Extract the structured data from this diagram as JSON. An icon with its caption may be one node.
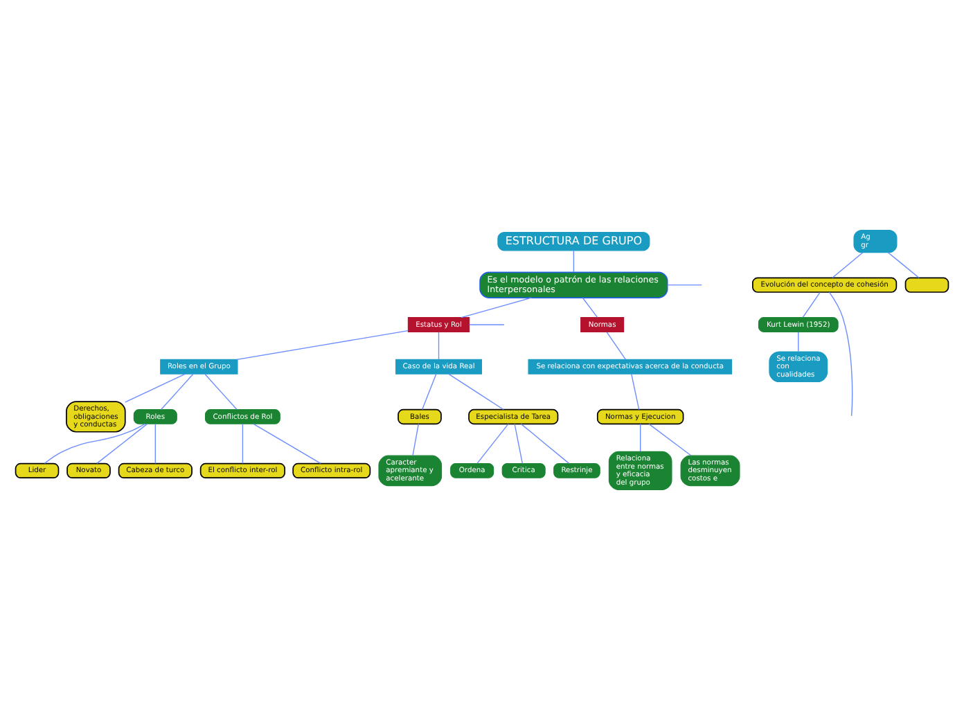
{
  "diagram": {
    "nodes": [
      {
        "text": [
          "ESTRUCTURA DE GRUPO"
        ]
      },
      {
        "text": [
          "Es el modelo o patrón de las relaciones Interpersonales"
        ]
      },
      {
        "text": [
          "Estatus y Rol"
        ]
      },
      {
        "text": [
          "Normas"
        ]
      },
      {
        "text": [
          "Roles en el Grupo"
        ]
      },
      {
        "text": [
          "Caso de la vida Real"
        ]
      },
      {
        "text": [
          "Se relaciona con expectativas acerca de la conducta"
        ]
      },
      {
        "text": [
          "Derechos, obligaciones y conductas"
        ]
      },
      {
        "text": [
          "Roles"
        ]
      },
      {
        "text": [
          "Conflictos de Rol"
        ]
      },
      {
        "text": [
          "Lider"
        ]
      },
      {
        "text": [
          "Novato"
        ]
      },
      {
        "text": [
          "Cabeza de turco"
        ]
      },
      {
        "text": [
          "El conflicto inter-rol"
        ]
      },
      {
        "text": [
          "Conflicto intra-rol"
        ]
      },
      {
        "text": [
          "Bales"
        ]
      },
      {
        "text": [
          "Especialista de Tarea"
        ]
      },
      {
        "text": [
          "Caracter apremiante y acelerante"
        ]
      },
      {
        "text": [
          "Ordena"
        ]
      },
      {
        "text": [
          "Critica"
        ]
      },
      {
        "text": [
          "Restrinje"
        ]
      },
      {
        "text": [
          "Normas y Ejecucion"
        ]
      },
      {
        "text": [
          "Relaciona entre normas y eficacia del grupo"
        ]
      },
      {
        "text": [
          "Las normas desminuyen costos e"
        ]
      },
      {
        "text": [
          "Ag gr"
        ]
      },
      {
        "text": [
          "Evolución del concepto de cohesión"
        ]
      },
      {
        "text": [
          "Kurt Lewin (1952)"
        ]
      },
      {
        "text": [
          "Se relaciona con cualidades"
        ]
      },
      {
        "text": [],
        "shape": "box"
      }
    ],
    "edges": [
      {
        "from": 0,
        "to": 1,
        "arrow": "none"
      },
      {
        "from": 1,
        "to": 2,
        "arrow": "none"
      },
      {
        "from": 1,
        "to": 3,
        "arrow": "none"
      },
      {
        "from": 1,
        "to": null,
        "arrow": "none"
      },
      {
        "from": 2,
        "to": null,
        "arrow": "none"
      },
      {
        "from": 2,
        "to": 4,
        "arrow": "none"
      },
      {
        "from": 2,
        "to": 5,
        "arrow": "none"
      },
      {
        "from": 4,
        "to": 7,
        "arrow": "none"
      },
      {
        "from": 4,
        "to": 8,
        "arrow": "none"
      },
      {
        "from": 4,
        "to": 9,
        "arrow": "none"
      },
      {
        "from": 8,
        "to": 10,
        "arrow": "none"
      },
      {
        "from": 8,
        "to": 11,
        "arrow": "none"
      },
      {
        "from": 8,
        "to": 12,
        "arrow": "none"
      },
      {
        "from": 9,
        "to": 13,
        "arrow": "none"
      },
      {
        "from": 9,
        "to": 14,
        "arrow": "none"
      },
      {
        "from": 5,
        "to": 15,
        "arrow": "none"
      },
      {
        "from": 5,
        "to": 16,
        "arrow": "none"
      },
      {
        "from": 15,
        "to": 17,
        "arrow": "none"
      },
      {
        "from": 16,
        "to": 18,
        "arrow": "none"
      },
      {
        "from": 16,
        "to": 19,
        "arrow": "none"
      },
      {
        "from": 16,
        "to": 20,
        "arrow": "none"
      },
      {
        "from": 3,
        "to": 6,
        "arrow": "none"
      },
      {
        "from": 6,
        "to": 21,
        "arrow": "none"
      },
      {
        "from": 21,
        "to": 22,
        "arrow": "none"
      },
      {
        "from": 21,
        "to": 23,
        "arrow": "none"
      },
      {
        "from": 24,
        "to": 25,
        "arrow": "none"
      },
      {
        "from": 24,
        "to": 28,
        "arrow": "none"
      },
      {
        "from": 25,
        "to": 26,
        "arrow": "none"
      },
      {
        "from": 26,
        "to": 27,
        "arrow": "none"
      },
      {
        "from": 25,
        "to": null,
        "arrow": "none"
      }
    ]
  }
}
